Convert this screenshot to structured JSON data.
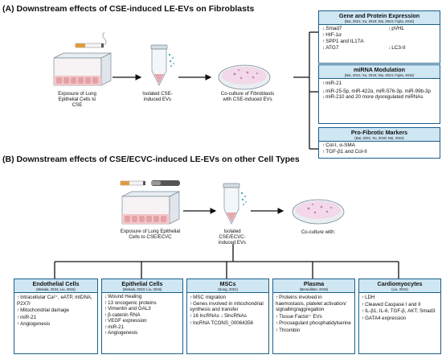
{
  "section_a": {
    "title": "(A) Downstream effects of CSE-induced LE-EVs on Fibroblasts",
    "step1": "Exposure of Lung Epithelial Cells to CSE",
    "step2": "Isolated CSE-induced EVs",
    "step3": "Co-culture of Fibroblasts with CSE-induced EVs",
    "boxes": [
      {
        "title": "Gene and Protein Expression",
        "refs": "(Bai, 2021; Xu, 2018; Dai, 2024; Fujita, 2015)",
        "rows": [
          {
            "left": "Smad7",
            "left_dir": "↓",
            "right": "pVHL",
            "right_dir": "↓"
          },
          {
            "left": "HIF-1α",
            "left_dir": "↑",
            "right": "",
            "right_dir": ""
          },
          {
            "left": "SPP1 and IL17A",
            "left_dir": "↑",
            "right": "",
            "right_dir": ""
          },
          {
            "left": "ATG7",
            "left_dir": "↓",
            "right": "LC3-II",
            "right_dir": "↓"
          }
        ]
      },
      {
        "title": "miRNA Modulation",
        "refs": "(Bai, 2021; Xu, 2018; Dai, 2024; Fujita, 2015)",
        "items": [
          {
            "dir": "↑",
            "text": "miR-21"
          },
          {
            "dir": "↓",
            "text": "miR-25-5p, miR-422α, miR-576-3p, miR-99b-3p"
          },
          {
            "dir": "↓",
            "text": "miR-210 and 20 more dysregulated miRNAs"
          }
        ]
      },
      {
        "title": "Pro-Fibrotic Markers",
        "refs": "(Bai, 2021; Xu, 2018; Dai, 2024)",
        "items": [
          {
            "dir": "↑",
            "text": "Col-I, α-SMA"
          },
          {
            "dir": "↑",
            "text": "TGF-β1 and Col-II"
          }
        ]
      }
    ]
  },
  "section_b": {
    "title": "(B) Downstream effects of CSE/ECVC-induced LE-EVs on other Cell Types",
    "step1": "Exposure of Lung Epithelial Cells to CSE/ECVC",
    "step2": "Isolated CSE/ECVC-induced EVs",
    "step3": "Co-culture with:",
    "boxes": [
      {
        "title": "Endothelial Cells",
        "refs": "(Mekala, 2024; Liu, 2016)",
        "items": [
          {
            "dir": "↑",
            "text": "Intracellular Ca²⁺, eATP, mtDNA, P2X7r"
          },
          {
            "dir": "↑",
            "text": "Mitochondrial damage"
          },
          {
            "dir": "↑",
            "text": "miR-21"
          },
          {
            "dir": "↑",
            "text": "Angiogenesis"
          }
        ]
      },
      {
        "title": "Epithelial Cells",
        "refs": "(Mekala, 2023; Liu, 2016)",
        "items": [
          {
            "dir": "↓",
            "text": "Wound Healing"
          },
          {
            "dir": "↑",
            "text": "13 oncogenic proteins"
          },
          {
            "dir": "↑",
            "text": "Vimentin and GAL3"
          },
          {
            "dir": "↑",
            "text": "β-catenin RNA"
          },
          {
            "dir": "↑",
            "text": "VEGF expression"
          },
          {
            "dir": "↑",
            "text": "miR-21"
          },
          {
            "dir": "↑",
            "text": "Angiogenesis"
          }
        ]
      },
      {
        "title": "MSCs",
        "refs": "(Song, 2021)",
        "items": [
          {
            "dir": "↑",
            "text": "MSC migration"
          },
          {
            "dir": "↑",
            "text": "Genes involved in mitochondrial synthesis and transfer"
          },
          {
            "dir": "↑",
            "text": "16 lncRNAs  ↓ 5lncRNAs"
          },
          {
            "dir": "↑",
            "text": "lncRNA TCONS_00064356"
          }
        ]
      },
      {
        "title": "Plasma",
        "refs": "(Benedikter, 2019)",
        "items": [
          {
            "dir": "↑",
            "text": "Proteins involved in haemostasis, platelet activation/ signalling/aggregation"
          },
          {
            "dir": "↑",
            "text": "Tissue Factor⁺ EVs"
          },
          {
            "dir": "↑",
            "text": "Procoagulant phosphatidylserine"
          },
          {
            "dir": "↑",
            "text": "Thrombin"
          }
        ]
      },
      {
        "title": "Cardiomyocytes",
        "refs": "(Liu, 2024)",
        "items": [
          {
            "dir": "↑",
            "text": "LDH"
          },
          {
            "dir": "↑",
            "text": "Cleaved Caspase I and II"
          },
          {
            "dir": "↑",
            "text": "IL-β1, IL-6, TGF-β, AKT, Smad3"
          },
          {
            "dir": "↑",
            "text": "GATA4 expression"
          }
        ]
      }
    ]
  },
  "colors": {
    "border": "#1b5f8a",
    "header_fill": "#cfe6f3",
    "well_fill": "#f3c6c8",
    "dish_fill": "#f2d8e8"
  }
}
